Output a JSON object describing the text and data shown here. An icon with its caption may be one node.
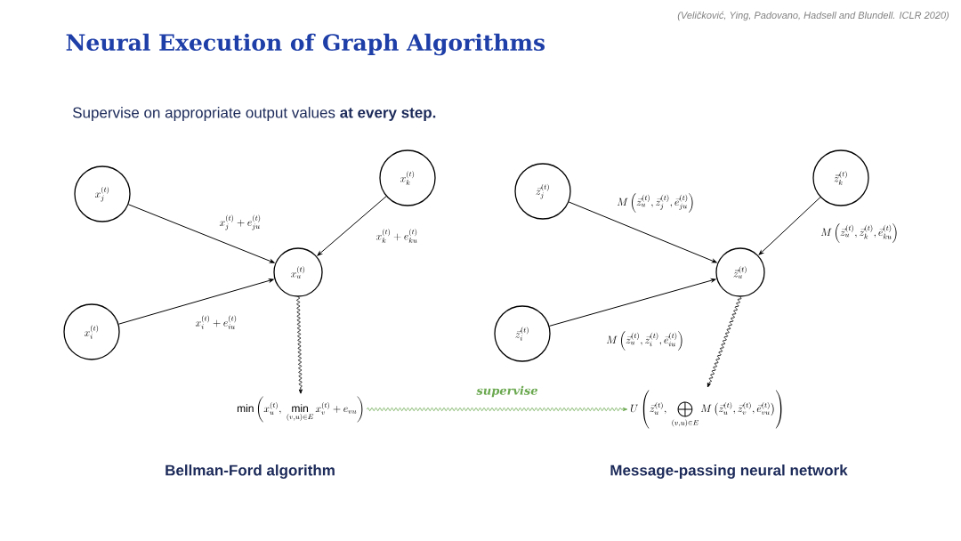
{
  "diagram": {
    "title": "Neural Execution of Graph Algorithms",
    "nodes": [
      {
        "text": [
          "x_j^{(t)}"
        ]
      },
      {
        "text": [
          "x_k^{(t)}"
        ]
      },
      {
        "text": [
          "x_u^{(t)}"
        ]
      },
      {
        "text": [
          "x_i^{(t)}"
        ]
      },
      {
        "text": [
          "\\min\\left(x_u^{(t)},\\ \\min_{(v,u)\\in E} x_v^{(t)} + e_{vu}\\right)"
        ]
      },
      {
        "text": [
          "\\vec{z}_j^{(t)}"
        ]
      },
      {
        "text": [
          "\\vec{z}_k^{(t)}"
        ]
      },
      {
        "text": [
          "\\vec{z}_u^{(t)}"
        ]
      },
      {
        "text": [
          "\\vec{z}_i^{(t)}"
        ]
      },
      {
        "text": [
          "U\\left(\\vec{z}_u^{(t)},\\ \\bigoplus_{(v,u)\\in E} M\\left(\\vec{z}_u^{(t)}, \\vec{z}_v^{(t)}, \\vec{e}_{vu}^{(t)}\\right)\\right)"
        ]
      }
    ],
    "edges": [
      {
        "from": 0,
        "to": 2,
        "arrow": "to",
        "label": "x_j^{(t)} + e_{ju}^{(t)}"
      },
      {
        "from": 1,
        "to": 2,
        "arrow": "to",
        "label": "x_k^{(t)} + e_{ku}^{(t)}"
      },
      {
        "from": 3,
        "to": 2,
        "arrow": "to",
        "label": "x_i^{(t)} + e_{iu}^{(t)}"
      },
      {
        "from": 2,
        "to": 4,
        "arrow": "to"
      },
      {
        "from": 5,
        "to": 7,
        "arrow": "to",
        "label": "M\\left(\\vec{z}_u^{(t)}, \\vec{z}_j^{(t)}, \\vec{e}_{ju}^{(t)}\\right)"
      },
      {
        "from": 6,
        "to": 7,
        "arrow": "to",
        "label": "M\\left(\\vec{z}_u^{(t)}, \\vec{z}_k^{(t)}, \\vec{e}_{ku}^{(t)}\\right)"
      },
      {
        "from": 8,
        "to": 7,
        "arrow": "to",
        "label": "M\\left(\\vec{z}_u^{(t)}, \\vec{z}_i^{(t)}, \\vec{e}_{iu}^{(t)}\\right)"
      },
      {
        "from": 7,
        "to": 9,
        "arrow": "to"
      },
      {
        "from": 4,
        "to": 9,
        "arrow": "to",
        "label": "supervise",
        "color": "#6aa84f"
      }
    ],
    "labels": [
      "(Veličković, Ying, Padovano, Hadsell and Blundell. ICLR 2020)",
      "Supervise on appropriate output values **at every step.**",
      "Bellman-Ford algorithm",
      "Message-passing neural network"
    ]
  }
}
